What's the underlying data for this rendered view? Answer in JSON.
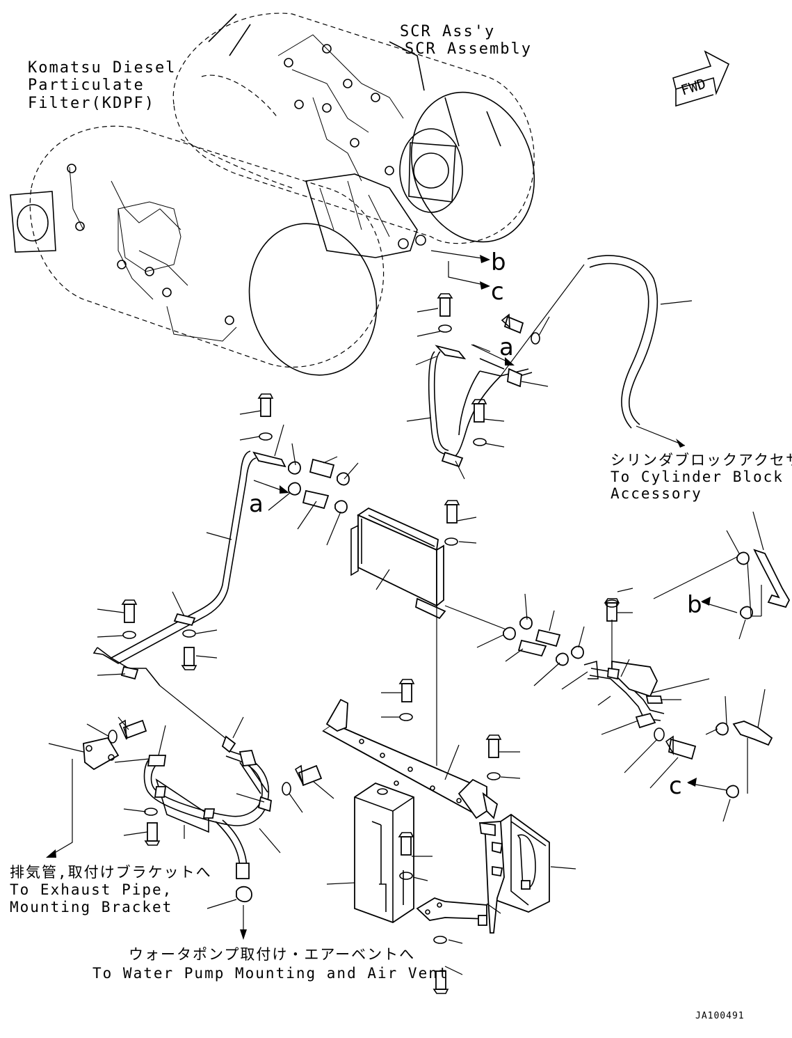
{
  "labels": {
    "scr_line1": "SCR Ass'y",
    "scr_line2": "SCR Assembly",
    "kdpf_line1": "Komatsu Diesel",
    "kdpf_line2": "Particulate",
    "kdpf_line3": "Filter(KDPF)",
    "fwd": "FWD",
    "cyl_jp": "シリンダブロックアクセサリへ",
    "cyl_line1": "To Cylinder Block",
    "cyl_line2": "Accessory",
    "exh_jp": "排気管,取付けブラケットへ",
    "exh_line1": "To Exhaust Pipe,",
    "exh_line2": "Mounting Bracket",
    "wp_jp": "ウォータポンプ取付け・エアーベントへ",
    "wp_line1": "To Water Pump Mounting and Air Vent",
    "code": "JA100491"
  },
  "refs": {
    "a": "a",
    "b": "b",
    "c": "c"
  }
}
